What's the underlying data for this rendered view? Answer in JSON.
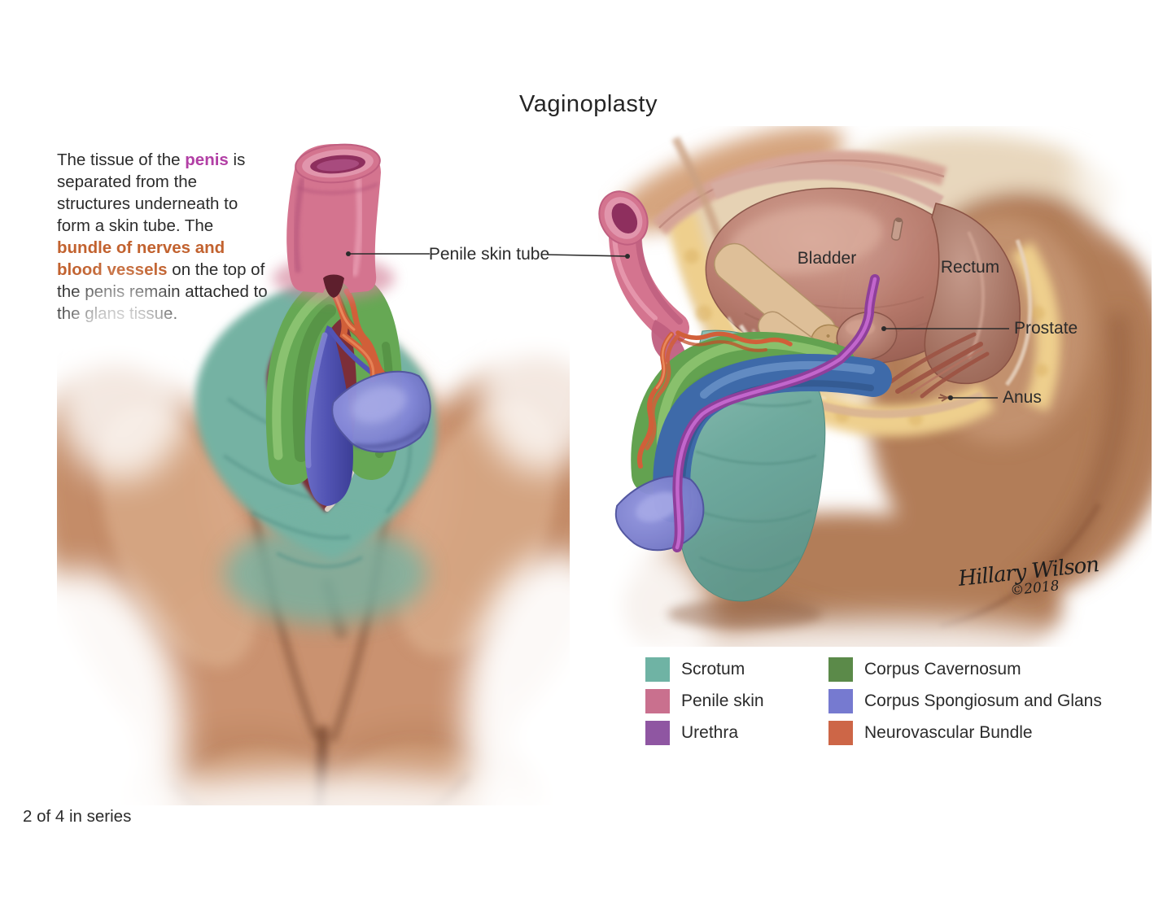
{
  "title": "Vaginoplasty",
  "description": {
    "part1": "The tissue of the ",
    "penis_highlight": "penis",
    "part2": " is separated from the structures underneath to form a skin tube. The ",
    "nerves_highlight": "bundle of nerves and blood vessels",
    "part3": " on the top of the penis remain attached to the glans tissue."
  },
  "annotations": {
    "penile_skin_tube": "Penile skin tube",
    "bladder": "Bladder",
    "rectum": "Rectum",
    "prostate": "Prostate",
    "anus": "Anus"
  },
  "legend": {
    "items": [
      {
        "label": "Scrotum",
        "color": "#6fb3a4"
      },
      {
        "label": "Penile skin",
        "color": "#c9708e"
      },
      {
        "label": "Urethra",
        "color": "#8f56a2"
      },
      {
        "label": "Corpus Cavernosum",
        "color": "#5b8a49"
      },
      {
        "label": "Corpus Spongiosum and Glans",
        "color": "#767ad0"
      },
      {
        "label": "Neurovascular Bundle",
        "color": "#cd6647"
      }
    ]
  },
  "signature": {
    "artist": "Hillary Wilson",
    "year": "©2018"
  },
  "series_note": "2 of 4 in series",
  "colors": {
    "text": "#2b2b2b",
    "penis_highlight": "#b23fa5",
    "nerves_highlight": "#c2622f",
    "background": "#ffffff"
  }
}
